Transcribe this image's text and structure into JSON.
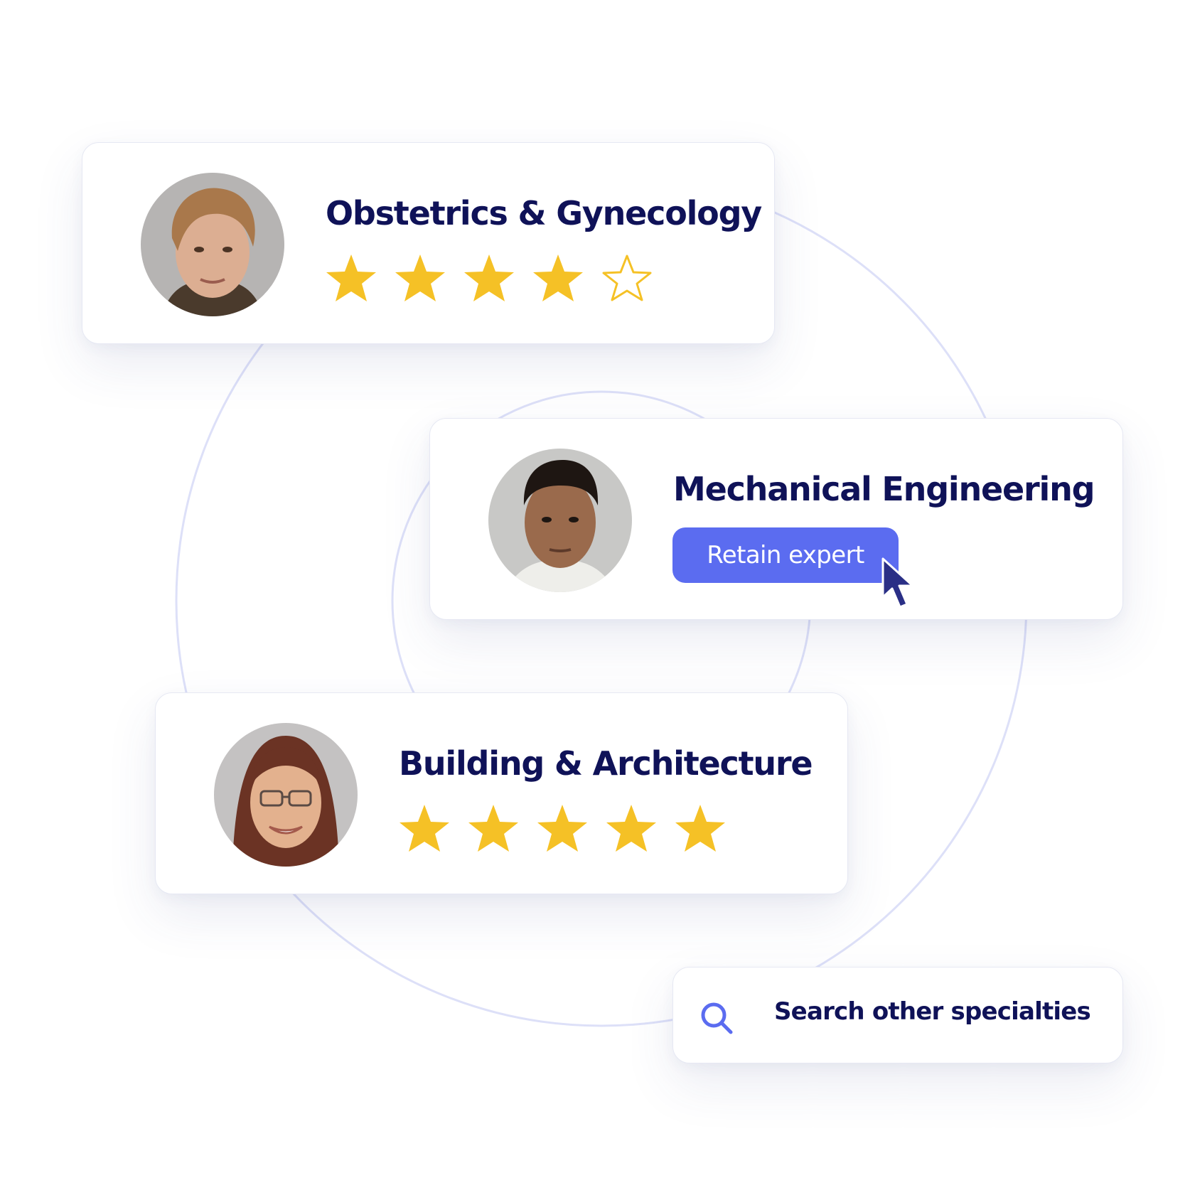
{
  "colors": {
    "text_dark": "#0f1258",
    "star_gold": "#f5c126",
    "button_blue": "#5b6cf0",
    "cursor_navy": "#2a2f86",
    "search_icon_blue": "#5b6cf0",
    "ring_color": "#dde0f8"
  },
  "experts": [
    {
      "specialty": "Obstetrics & Gynecology",
      "rating": 4,
      "max_rating": 5
    },
    {
      "specialty": "Mechanical Engineering",
      "action_label": "Retain expert"
    },
    {
      "specialty": "Building & Architecture",
      "rating": 5,
      "max_rating": 5
    }
  ],
  "search": {
    "label": "Search other specialties",
    "icon": "search-icon"
  },
  "cursor": {
    "icon": "pointer-cursor-icon"
  }
}
